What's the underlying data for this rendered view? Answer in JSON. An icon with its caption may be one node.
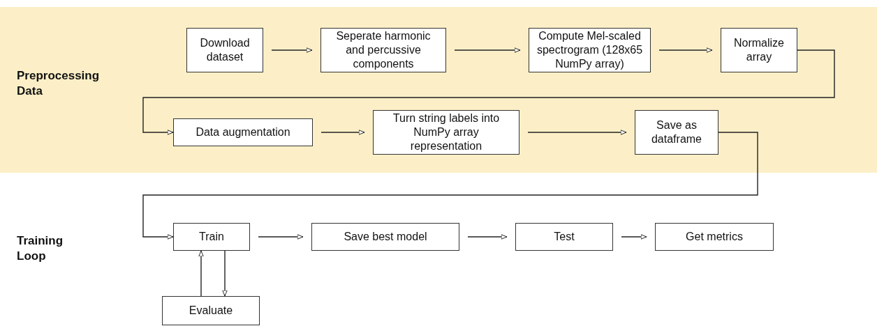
{
  "diagram": {
    "nodes": [
      {
        "text": [
          "Preprocessing Data"
        ]
      },
      {
        "text": [
          "Download dataset"
        ],
        "in": 0
      },
      {
        "text": [
          "Seperate harmonic and percussive components"
        ],
        "in": 0
      },
      {
        "text": [
          "Compute Mel-scaled spectrogram (128x65 NumPy array)"
        ],
        "in": 0
      },
      {
        "text": [
          "Normalize array"
        ],
        "in": 0
      },
      {
        "text": [
          "Data augmentation"
        ],
        "in": 0
      },
      {
        "text": [
          "Turn string labels into NumPy array representation"
        ],
        "in": 0
      },
      {
        "text": [
          "Save as dataframe"
        ],
        "in": 0
      },
      {
        "text": [
          "Train"
        ]
      },
      {
        "text": [
          "Save best model"
        ]
      },
      {
        "text": [
          "Test"
        ]
      },
      {
        "text": [
          "Get metrics"
        ]
      },
      {
        "text": [
          "Evaluate"
        ]
      }
    ],
    "edges": [
      {
        "from": 1,
        "to": 2,
        "arrow": "to"
      },
      {
        "from": 2,
        "to": 3,
        "arrow": "to"
      },
      {
        "from": 3,
        "to": 4,
        "arrow": "to"
      },
      {
        "from": 4,
        "to": 5,
        "arrow": "to"
      },
      {
        "from": 5,
        "to": 6,
        "arrow": "to"
      },
      {
        "from": 6,
        "to": 7,
        "arrow": "to"
      },
      {
        "from": 7,
        "to": 8,
        "arrow": "to"
      },
      {
        "from": 8,
        "to": 9,
        "arrow": "to"
      },
      {
        "from": 9,
        "to": 10,
        "arrow": "to"
      },
      {
        "from": 10,
        "to": 11,
        "arrow": "to"
      },
      {
        "from": 12,
        "to": 8,
        "arrow": "to"
      },
      {
        "from": 8,
        "to": 12,
        "arrow": "to"
      }
    ],
    "labels": [
      "Training Loop"
    ]
  }
}
